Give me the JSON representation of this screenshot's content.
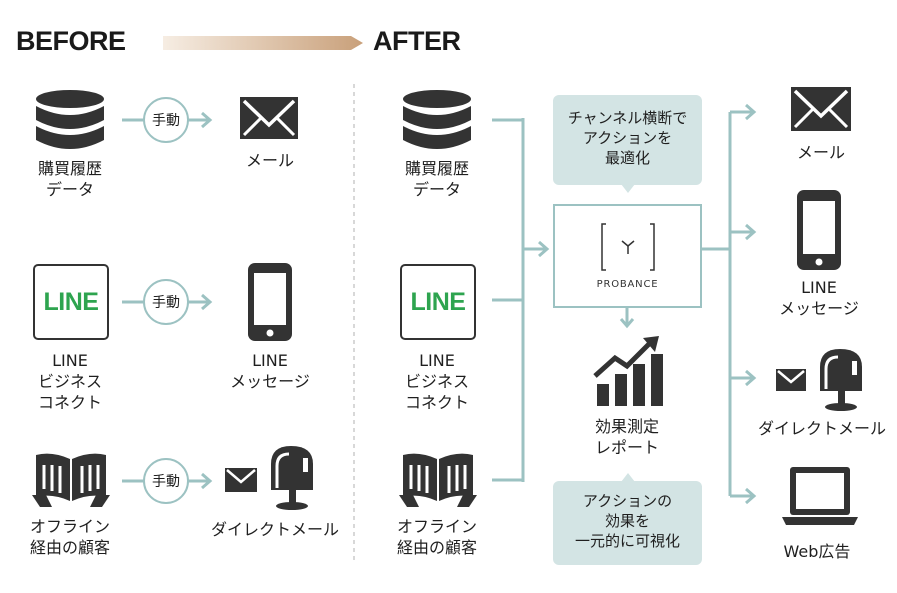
{
  "headings": {
    "before": "BEFORE",
    "after": "AFTER"
  },
  "before": {
    "rows": [
      {
        "source_lines": [
          "購買履歴",
          "データ"
        ],
        "method": "手動",
        "target_lines": [
          "メール"
        ]
      },
      {
        "source_box": "LINE",
        "source_lines": [
          "LINE",
          "ビジネス",
          "コネクト"
        ],
        "method": "手動",
        "target_lines": [
          "LINE",
          "メッセージ"
        ]
      },
      {
        "source_lines": [
          "オフライン",
          "経由の顧客"
        ],
        "method": "手動",
        "target_lines": [
          "ダイレクトメール"
        ]
      }
    ]
  },
  "after": {
    "sources": [
      {
        "lines": [
          "購買履歴",
          "データ"
        ]
      },
      {
        "box": "LINE",
        "lines": [
          "LINE",
          "ビジネス",
          "コネクト"
        ]
      },
      {
        "lines": [
          "オフライン",
          "経由の顧客"
        ]
      }
    ],
    "callout_top": [
      "チャンネル横断で",
      "アクションを",
      "最適化"
    ],
    "hub_logo": "PROBANCE",
    "report_lines": [
      "効果測定",
      "レポート"
    ],
    "callout_bottom": [
      "アクションの",
      "効果を",
      "一元的に可視化"
    ],
    "channels": [
      {
        "lines": [
          "メール"
        ]
      },
      {
        "lines": [
          "LINE",
          "メッセージ"
        ]
      },
      {
        "lines": [
          "ダイレクトメール"
        ]
      },
      {
        "lines": [
          "Web広告"
        ]
      }
    ]
  },
  "colors": {
    "connector": "#9cc2c2",
    "callout_bg": "#d3e4e4",
    "line_green": "#2ea44f",
    "icon_dark": "#333333"
  }
}
